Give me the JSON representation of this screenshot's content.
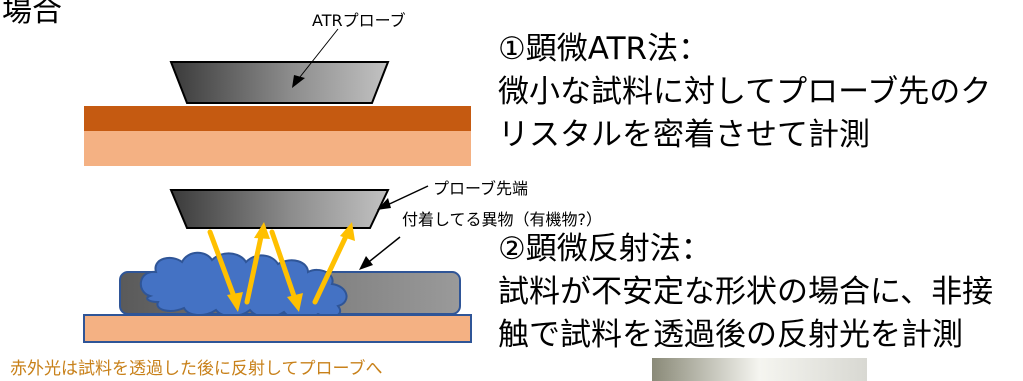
{
  "heading_partial": "場合",
  "labels": {
    "atr_probe": "ATRプローブ",
    "probe_tip": "プローブ先端",
    "foreign_matter": "付着してる異物（有機物?）"
  },
  "method_1": {
    "title": "①顕微ATR法：",
    "line1": "微小な試料に対してプローブ先のク",
    "line2": "リスタルを密着させて計測"
  },
  "method_2": {
    "title": "②顕微反射法：",
    "line1": "試料が不安定な形状の場合に、非接",
    "line2": "触で試料を透過後の反射光を計測"
  },
  "footnote": "赤外光は試料を透過した後に反射してプローブへ",
  "colors": {
    "probe_dark": "#3a3a3a",
    "probe_light": "#b5b5b5",
    "substrate_dark": "#c55a11",
    "substrate_light": "#f4b183",
    "blob": "#4472c4",
    "arrow": "#ffc000",
    "footnote_text": "#c8811a"
  }
}
